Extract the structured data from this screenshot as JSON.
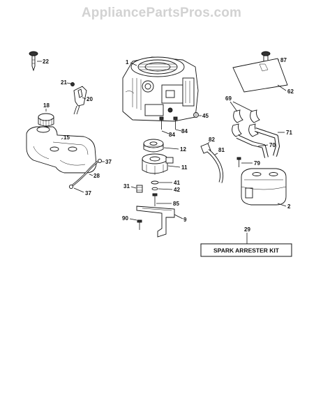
{
  "watermark": "AppliancePartsPros.com",
  "callouts": {
    "c1": "1",
    "c2": "2",
    "c9": "9",
    "c11": "11",
    "c12": "12",
    "c15": "15",
    "c18": "18",
    "c20": "20",
    "c21": "21",
    "c22": "22",
    "c28": "28",
    "c29": "29",
    "c31": "31",
    "c37a": "37",
    "c37b": "37",
    "c41": "41",
    "c42": "42",
    "c45": "45",
    "c62": "62",
    "c69": "69",
    "c70": "70",
    "c71": "71",
    "c79": "79",
    "c81": "81",
    "c82": "82",
    "c84a": "84",
    "c84b": "84",
    "c85": "85",
    "c87": "87",
    "c90": "90"
  },
  "kit_label": "SPARK ARRESTER KIT"
}
